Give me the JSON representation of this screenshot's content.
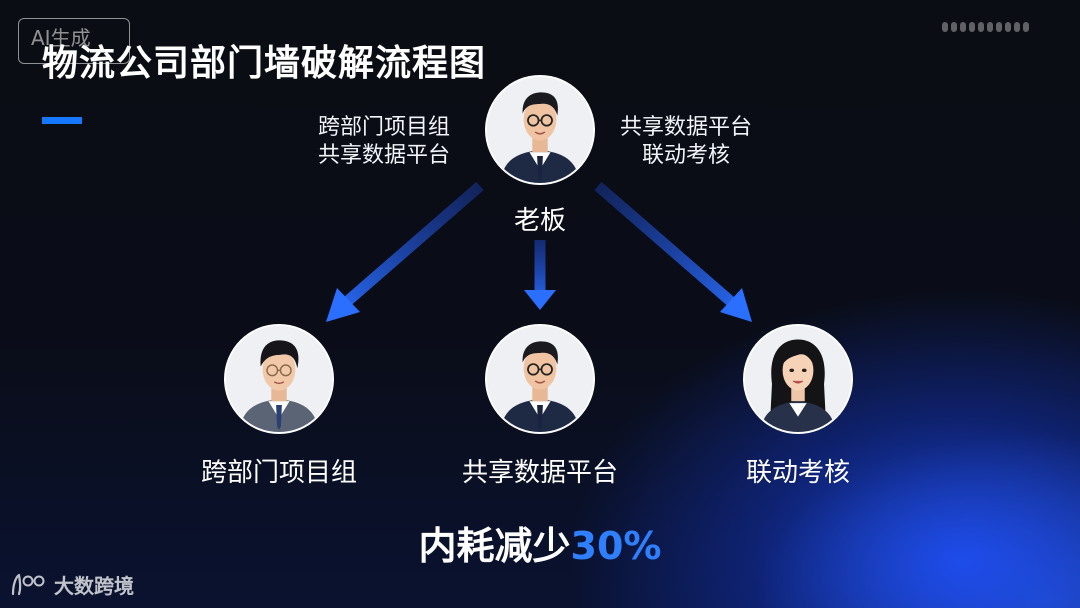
{
  "badge": "AI生成",
  "title": "物流公司部门墙破解流程图",
  "boss": {
    "label": "老板",
    "left_caption": [
      "跨部门项目组",
      "共享数据平台"
    ],
    "right_caption": [
      "共享数据平台",
      "联动考核"
    ]
  },
  "nodes": [
    {
      "label": "跨部门项目组",
      "gender": "male",
      "glasses": true
    },
    {
      "label": "共享数据平台",
      "gender": "male",
      "glasses": true
    },
    {
      "label": "联动考核",
      "gender": "female",
      "glasses": false
    }
  ],
  "result": {
    "text": "内耗减少",
    "highlight": "30%"
  },
  "brand": {
    "name": "大数跨境"
  },
  "colors": {
    "accent": "#1677ff",
    "arrow": "#2a6fff",
    "highlight": "#2f80ff"
  }
}
